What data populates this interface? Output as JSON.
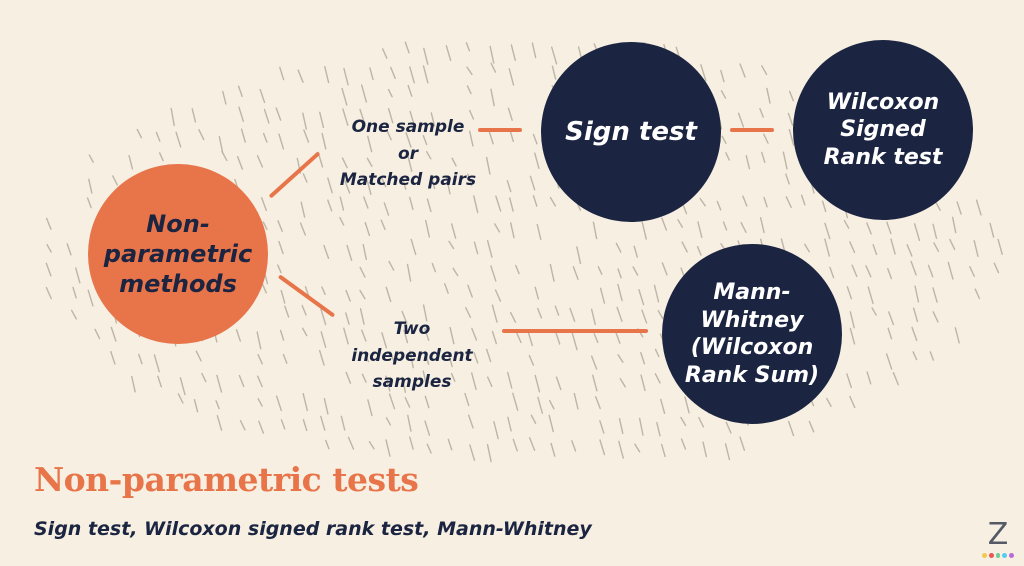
{
  "diagram": {
    "root": {
      "label": "Non-\nparametric\nmethods"
    },
    "branches": [
      {
        "label": "One sample\nor\nMatched pairs"
      },
      {
        "label": "Two\nindependent\nsamples"
      }
    ],
    "tests": {
      "sign": {
        "label": "Sign test"
      },
      "wilcoxon_signed": {
        "label": "Wilcoxon\nSigned\nRank test"
      },
      "mann_whitney": {
        "label": "Mann-\nWhitney\n(Wilcoxon\nRank Sum)"
      }
    }
  },
  "footer": {
    "title": "Non-parametric tests",
    "subtitle": "Sign test, Wilcoxon signed rank test, Mann-Whitney"
  },
  "logo": {
    "letter": "Z",
    "icon": "z-logo-icon"
  },
  "colors": {
    "background": "#f6efe2",
    "accent_orange": "#e8744a",
    "navy": "#1b2440",
    "dash": "#bdb5a6",
    "logo_dots": [
      "#f2c94c",
      "#eb5757",
      "#6fcf97",
      "#56ccf2",
      "#bb6bd9"
    ]
  }
}
